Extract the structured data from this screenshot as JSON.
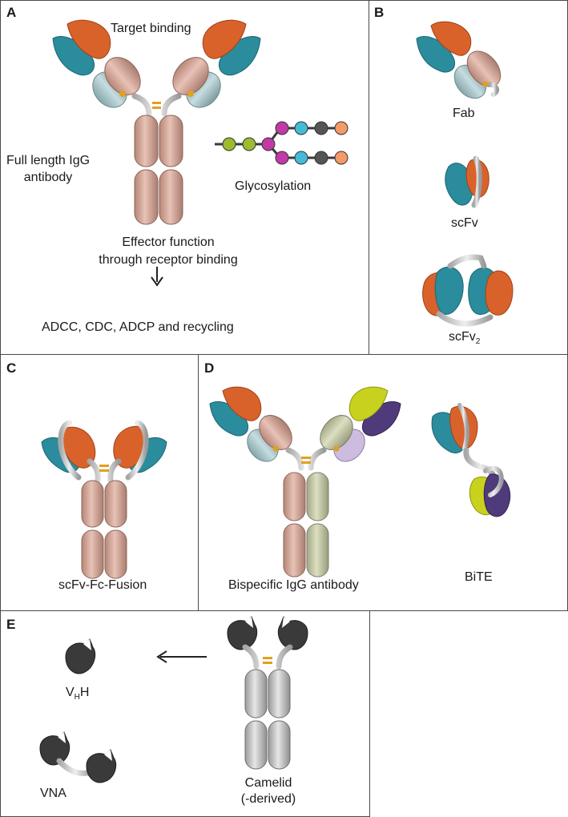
{
  "panels": {
    "a": {
      "label": "A",
      "target_binding": "Target binding",
      "full_length_line1": "Full length IgG",
      "full_length_line2": "antibody",
      "glycosylation": "Glycosylation",
      "effector_line1": "Effector function",
      "effector_line2": "through receptor binding",
      "outcome": "ADCC, CDC, ADCP and recycling"
    },
    "b": {
      "label": "B",
      "fab": "Fab",
      "scfv": "scFv",
      "scfv2_base": "scFv",
      "scfv2_sub": "2"
    },
    "c": {
      "label": "C",
      "caption": "scFv-Fc-Fusion"
    },
    "d": {
      "label": "D",
      "bispecific": "Bispecific IgG antibody",
      "bite": "BiTE"
    },
    "e": {
      "label": "E",
      "vhh_v": "V",
      "vhh_sub": "H",
      "vhh_h": "H",
      "vna": "VNA",
      "camelid_line1": "Camelid",
      "camelid_line2": "(-derived)"
    }
  },
  "colors": {
    "orange": "#d9622b",
    "teal": "#2a8c9c",
    "heavy": "#d8ada0",
    "light": "#a9c4c8",
    "lime": "#c8d21e",
    "purple": "#4f3a7c",
    "lavender": "#cdbbe0",
    "green_heavy": "#c6c9a8",
    "gray": "#c9c9c9",
    "dark": "#3a3a3a",
    "hinge": "#e0a020",
    "glyco_green": "#9dbb2e",
    "glyco_magenta": "#c23aa8",
    "glyco_cyan": "#44bcd8",
    "glyco_dark": "#555555",
    "glyco_orange": "#f39a66"
  }
}
